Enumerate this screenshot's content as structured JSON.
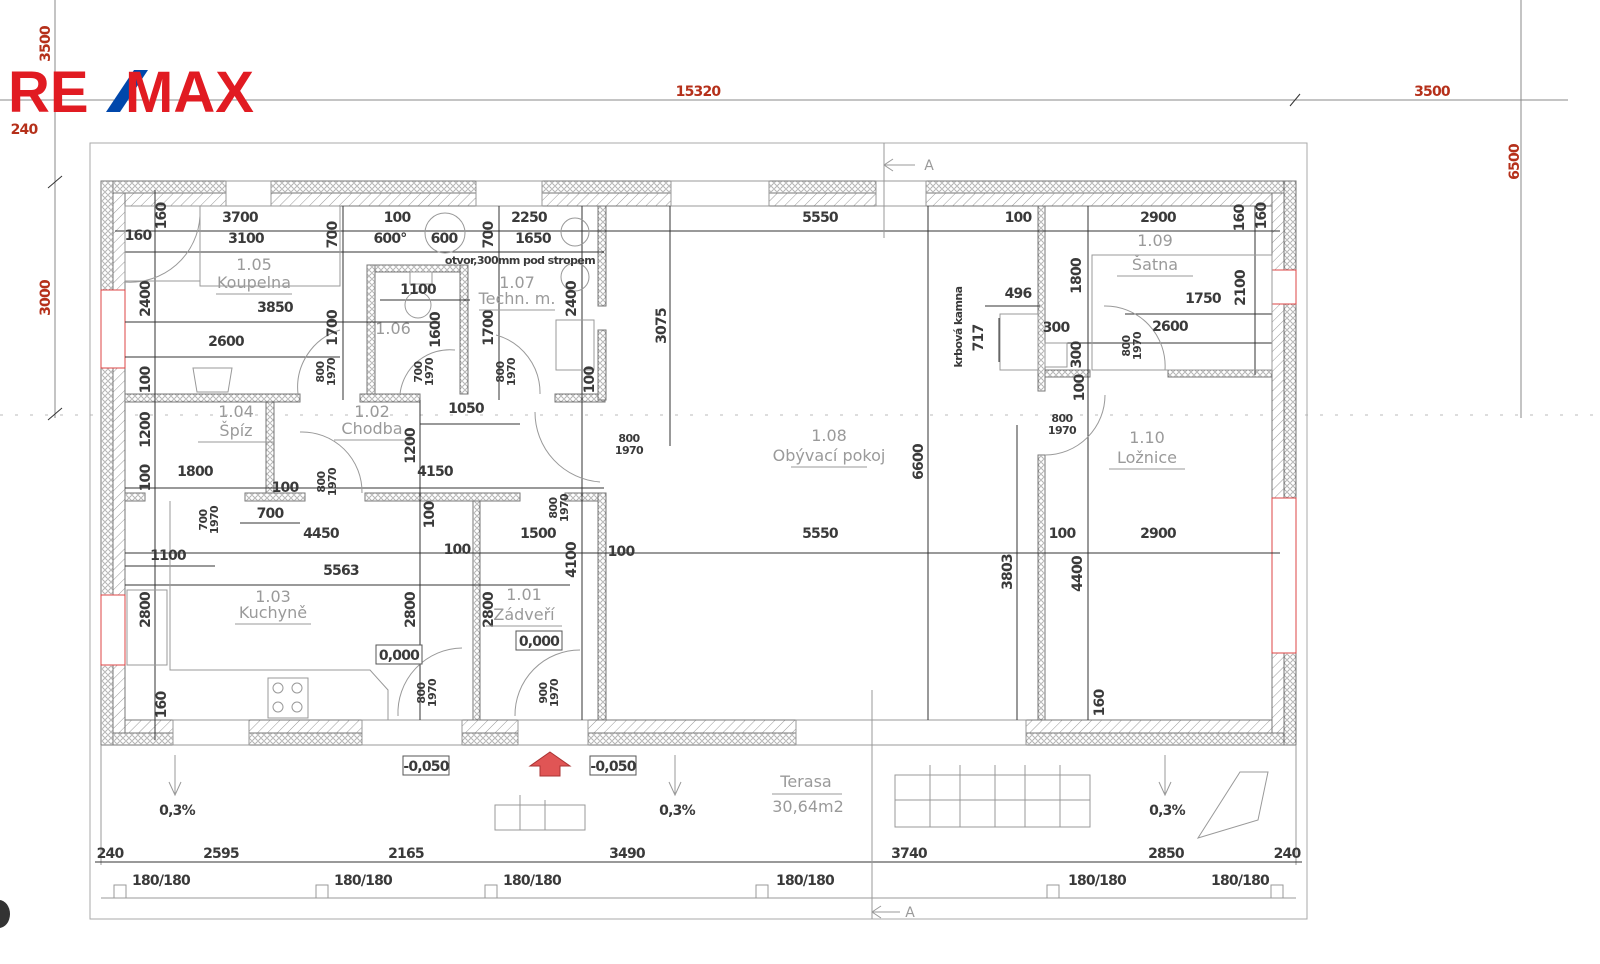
{
  "logo": {
    "re": "RE",
    "slash": "/",
    "max": "MAX",
    "red": "#e11b22",
    "blue": "#0047ab"
  },
  "overall_dims": {
    "top_left": "240",
    "top_main": "15320",
    "top_right": "3500",
    "left_top": "3500",
    "left_mid": "3000",
    "right": "6500"
  },
  "section_marks": {
    "top": "A",
    "bottom": "A"
  },
  "rooms": [
    {
      "number": "1.05",
      "name": "Koupelna"
    },
    {
      "number": "1.06",
      "name": ""
    },
    {
      "number": "1.07",
      "name": "Techn. m."
    },
    {
      "number": "1.04",
      "name": "Špíz"
    },
    {
      "number": "1.02",
      "name": "Chodba"
    },
    {
      "number": "1.08",
      "name": "Obývací pokoj"
    },
    {
      "number": "1.09",
      "name": "Šatna"
    },
    {
      "number": "1.10",
      "name": "Ložnice"
    },
    {
      "number": "1.03",
      "name": "Kuchyně"
    },
    {
      "number": "1.01",
      "name": "Zádveří"
    }
  ],
  "dims_h": [
    "3700",
    "100",
    "2250",
    "5550",
    "100",
    "2900",
    "160",
    "3100",
    "600°",
    "600",
    "1650",
    "1100",
    "3850",
    "2600",
    "1050",
    "1800",
    "4150",
    "100",
    "700",
    "4450",
    "100",
    "1500",
    "100",
    "5550",
    "100",
    "2900",
    "1100",
    "5563",
    "496",
    "1750",
    "300",
    "2600"
  ],
  "dims_v": [
    "160",
    "2400",
    "100",
    "1200",
    "100",
    "2800",
    "160",
    "700",
    "1700",
    "1600",
    "700",
    "1700",
    "2400",
    "100",
    "3075",
    "1200",
    "100",
    "4100",
    "2800",
    "2800",
    "6600",
    "3803",
    "4400",
    "160",
    "1800",
    "2100",
    "160",
    "160",
    "717",
    "300",
    "100"
  ],
  "notes": {
    "opening": "otvor,300mm pod stropem",
    "fireplace": "krbová kamna"
  },
  "doors": [
    {
      "w": "800",
      "h": "1970"
    },
    {
      "w": "700",
      "h": "1970"
    },
    {
      "w": "800",
      "h": "1970"
    },
    {
      "w": "800",
      "h": "1970"
    },
    {
      "w": "700",
      "h": "1970"
    },
    {
      "w": "800",
      "h": "1970"
    },
    {
      "w": "800",
      "h": "1970"
    },
    {
      "w": "900",
      "h": "1970"
    },
    {
      "w": "800",
      "h": "1970"
    },
    {
      "w": "800",
      "h": "1970"
    },
    {
      "w": "800",
      "h": "1970"
    }
  ],
  "elevations": [
    "0,000",
    "0,000",
    "-0,050",
    "-0,050"
  ],
  "slopes": [
    "0,3%",
    "0,3%",
    "0,3%"
  ],
  "terrace": {
    "name": "Terasa",
    "area": "30,64m2"
  },
  "bottom_dims": [
    "240",
    "2595",
    "2165",
    "3490",
    "3740",
    "2850",
    "240"
  ],
  "posts": [
    "180/180",
    "180/180",
    "180/180",
    "180/180",
    "180/180",
    "180/180"
  ]
}
